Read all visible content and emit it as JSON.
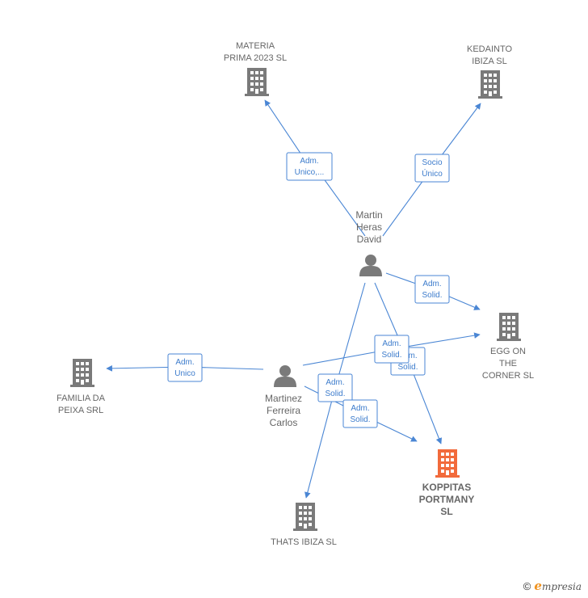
{
  "companies": [
    {
      "id": "materia",
      "lines": [
        "MATERIA",
        "PRIMA 2023  SL"
      ],
      "focus": false
    },
    {
      "id": "kedainto",
      "lines": [
        "KEDAINTO",
        "IBIZA  SL"
      ],
      "focus": false
    },
    {
      "id": "egg",
      "lines": [
        "EGG ON",
        "THE",
        "CORNER  SL"
      ],
      "focus": false
    },
    {
      "id": "familia",
      "lines": [
        "FAMILIA DA",
        "PEIXA SRL"
      ],
      "focus": false
    },
    {
      "id": "koppitas",
      "lines": [
        "KOPPITAS",
        "PORTMANY",
        "SL"
      ],
      "focus": true
    },
    {
      "id": "thats",
      "lines": [
        "THATS IBIZA SL"
      ],
      "focus": false
    }
  ],
  "people": [
    {
      "id": "martin",
      "lines": [
        "Martin",
        "Heras",
        "David"
      ]
    },
    {
      "id": "martinez",
      "lines": [
        "Martinez",
        "Ferreira",
        "Carlos"
      ]
    }
  ],
  "relations": [
    {
      "id": "r1",
      "lines": [
        "Adm.",
        "Unico,..."
      ]
    },
    {
      "id": "r2",
      "lines": [
        "Socio",
        "Único"
      ]
    },
    {
      "id": "r3",
      "lines": [
        "Adm.",
        "Solid."
      ]
    },
    {
      "id": "r4",
      "lines": [
        "Adm.",
        "Unico"
      ]
    },
    {
      "id": "r5",
      "lines": [
        "Adm.",
        "Solid."
      ]
    },
    {
      "id": "r6",
      "lines": [
        "Adm.",
        "Solid."
      ]
    },
    {
      "id": "r7",
      "lines": [
        "Adm.",
        "Solid."
      ]
    },
    {
      "id": "r8",
      "lines": [
        "Adm.",
        "Solid."
      ]
    }
  ],
  "colors": {
    "edge": "#4a86d4",
    "building": "#7a7a7a",
    "focus_building": "#f26a3b",
    "person": "#7a7a7a"
  },
  "footer": {
    "copyright": "©",
    "brand_initial": "e",
    "brand_rest": "mpresia"
  }
}
